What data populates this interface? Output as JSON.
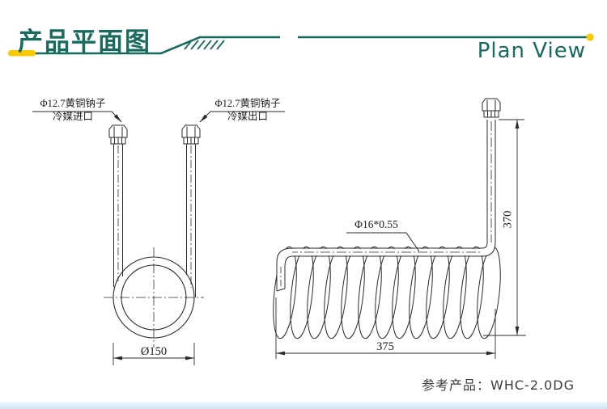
{
  "page": {
    "title": "产品平面图",
    "subtitle": "Plan View",
    "footer_label": "参考产品：",
    "footer_value": "WHC-2.0DG"
  },
  "colors": {
    "accent_teal": "#176a5e",
    "accent_yellow": "#f8c800",
    "drawing_line": "#2b2b2b",
    "footer_bar_blue": "#cfe6f4"
  },
  "left_drawing": {
    "inlet_label_line1": "Φ12.7黄铜钠子",
    "inlet_label_line2": "冷媒进口",
    "outlet_label_line1": "Φ12.7黄铜钠子",
    "outlet_label_line2": "冷媒出口",
    "diameter_dim": "Ø150"
  },
  "right_drawing": {
    "tube_spec": "Φ16*0.55",
    "height_dim": "370",
    "width_dim": "375"
  }
}
